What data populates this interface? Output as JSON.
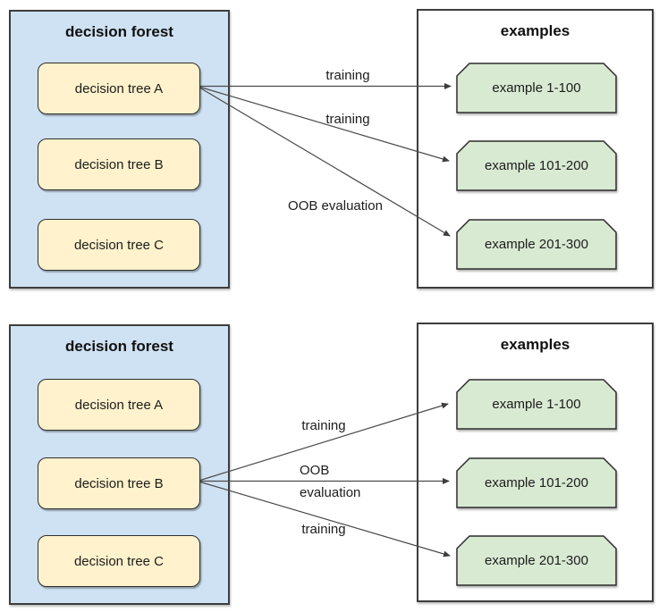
{
  "palette": {
    "forest_box_fill": "#cfe2f3",
    "tree_box_fill": "#fff2cc",
    "example_card_fill": "#d9ead3",
    "examples_box_fill": "#ffffff",
    "box_border": "#2d2d2d",
    "outer_border": "#3d3d3d",
    "arrow_color": "#4a4a4a",
    "text_color": "#1a1a1a",
    "background": "#ffffff"
  },
  "diagrams": [
    {
      "position": "top",
      "forest": {
        "title": "decision forest",
        "trees": [
          {
            "label": "decision tree A"
          },
          {
            "label": "decision tree B"
          },
          {
            "label": "decision tree C"
          }
        ]
      },
      "examples": {
        "title": "examples",
        "items": [
          {
            "label": "example 1-100"
          },
          {
            "label": "example 101-200"
          },
          {
            "label": "example 201-300"
          }
        ]
      },
      "arrows": [
        {
          "from": "decision tree A",
          "to": "example 1-100",
          "label": "training"
        },
        {
          "from": "decision tree A",
          "to": "example 101-200",
          "label": "training"
        },
        {
          "from": "decision tree A",
          "to": "example 201-300",
          "label": "OOB evaluation"
        }
      ]
    },
    {
      "position": "bottom",
      "forest": {
        "title": "decision forest",
        "trees": [
          {
            "label": "decision tree A"
          },
          {
            "label": "decision tree B"
          },
          {
            "label": "decision tree C"
          }
        ]
      },
      "examples": {
        "title": "examples",
        "items": [
          {
            "label": "example 1-100"
          },
          {
            "label": "example 101-200"
          },
          {
            "label": "example 201-300"
          }
        ]
      },
      "arrows": [
        {
          "from": "decision tree B",
          "to": "example 1-100",
          "label": "training"
        },
        {
          "from": "decision tree B",
          "to": "example 101-200",
          "label": "OOB evaluation",
          "label_line1": "OOB",
          "label_line2": "evaluation"
        },
        {
          "from": "decision tree B",
          "to": "example 201-300",
          "label": "training"
        }
      ]
    }
  ]
}
